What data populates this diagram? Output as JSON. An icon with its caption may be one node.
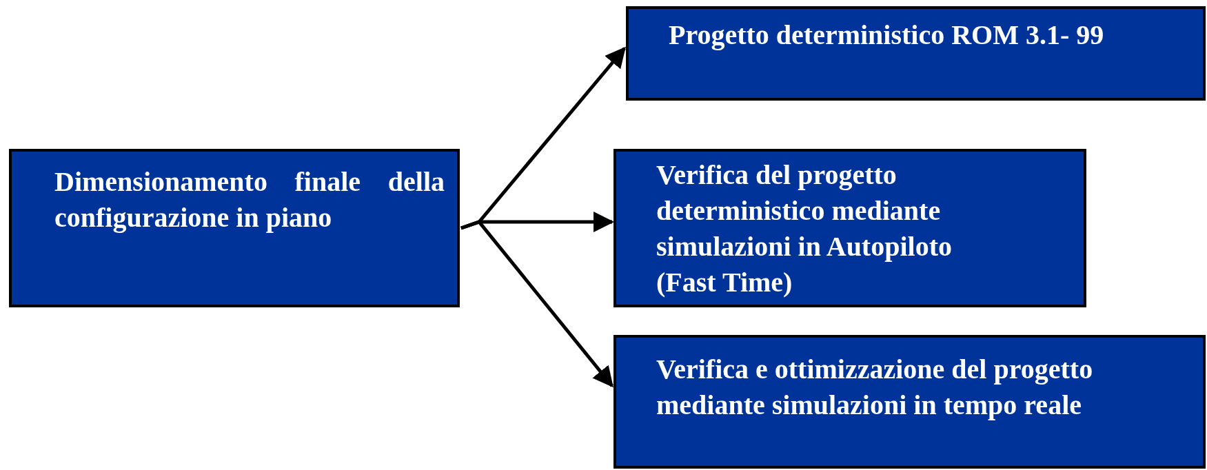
{
  "diagram": {
    "nodes": [
      {
        "text": [
          "Dimensionamento finale della configurazione in piano"
        ]
      },
      {
        "text": [
          "Progetto deterministico ROM 3.1- 99"
        ]
      },
      {
        "text": [
          "Verifica del progetto deterministico mediante simulazioni in Autopiloto (Fast Time)"
        ]
      },
      {
        "text": [
          "Verifica e ottimizzazione del progetto mediante simulazioni in tempo reale"
        ]
      }
    ],
    "edges": [
      {
        "from": 0,
        "to": 1,
        "arrow": "to"
      },
      {
        "from": 0,
        "to": 2,
        "arrow": "to"
      },
      {
        "from": 0,
        "to": 3,
        "arrow": "to"
      }
    ]
  }
}
